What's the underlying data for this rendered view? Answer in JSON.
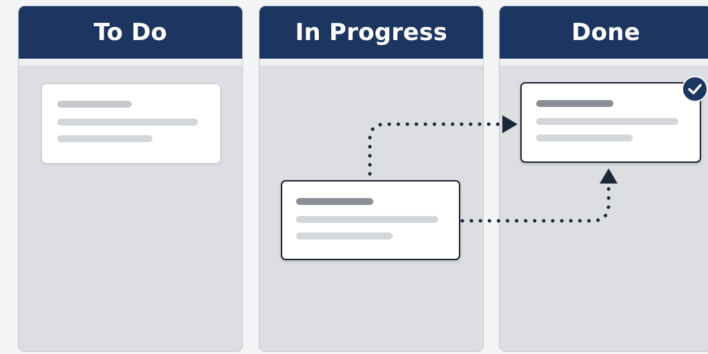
{
  "board": {
    "columns": [
      {
        "title": "To Do"
      },
      {
        "title": "In Progress"
      },
      {
        "title": "Done"
      }
    ]
  },
  "colors": {
    "header": "#1d3561",
    "column_bg": "#dcdee2",
    "card_bg": "#ffffff",
    "connector": "#1b2638"
  },
  "icons": {
    "done_badge": "check-circle-icon",
    "arrowheads": "triangle-arrow-icon"
  }
}
